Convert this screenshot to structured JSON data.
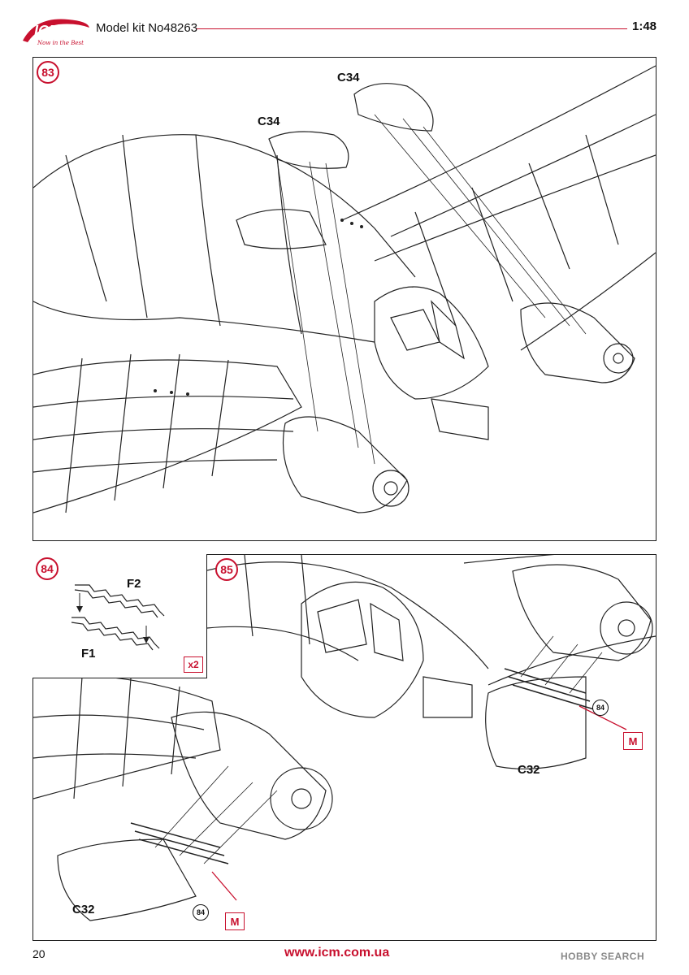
{
  "header": {
    "brand": "ICM",
    "brand_tagline": "Now in the Best",
    "kit_title": "Model kit No48263",
    "scale": "1:48"
  },
  "steps": {
    "step83": {
      "number": "83",
      "parts": [
        "C34",
        "C34"
      ]
    },
    "step84": {
      "number": "84",
      "parts": [
        "F2",
        "F1"
      ],
      "quantity": "x2"
    },
    "step85": {
      "number": "85",
      "parts": [
        "C32",
        "C32"
      ],
      "references": [
        "84",
        "84"
      ],
      "marks": [
        "M",
        "M"
      ]
    }
  },
  "footer": {
    "page_number": "20",
    "website": "www.icm.com.ua",
    "watermark": "HOBBY SEARCH"
  },
  "colors": {
    "accent_red": "#c8102e",
    "line": "#1a1a1a",
    "background": "#ffffff"
  }
}
